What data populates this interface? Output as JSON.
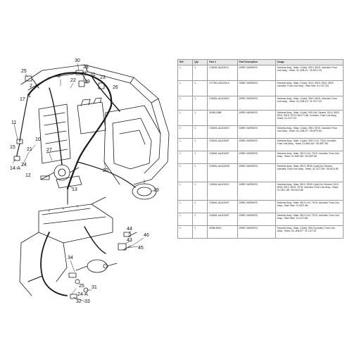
{
  "diagram": {
    "callouts": [
      "30",
      "28",
      "29",
      "31",
      "23",
      "25",
      "3",
      "22",
      "26",
      "2",
      "17",
      "1",
      "21",
      "11",
      "10",
      "27",
      "24",
      "15",
      "14-A",
      "12",
      "13",
      "20",
      "19",
      "44",
      "43",
      "45",
      "46",
      "34",
      "25",
      "31",
      "24-A",
      "32",
      "33"
    ]
  },
  "table": {
    "headers": [
      "Ref",
      "Qty",
      "Part #",
      "Part Description",
      "Usage"
    ],
    "rows": [
      [
        "1",
        "1",
        "D3W61-AA1DDLC",
        "WIRE HARNESS",
        "Harness Assy., Main, LV(ab), 5913, 5915, Includes: Fuse Link Assy., Years: 01-JAN-01~ 05-DEC-03"
      ],
      [
        "1",
        "1",
        "D7YW2-AA1DDLA",
        "WIRE HARNESS",
        "Harness Assy., Main, LV(ab), 5113, 5915, 5913, 5915, Includes: Fuse Link Assy., Start Year: 01-OCT-03"
      ],
      [
        "1",
        "1",
        "D3W61-AA1DDHC",
        "WIRE HARNESS",
        "Harness Assy., Main, LV(ab), 5913, 5915, Includes: Fuse Link Assy., Years: 01-JAN-01~ 01-OCT-03"
      ],
      [
        "1",
        "1",
        "6/986-1888",
        "WIRE HARNESS",
        "Harness Assy., Main, LV(ab), 5913 Air Cleaner, 5113, 5915, 5913, 5915, TECH BOLT Cab, Includes: Fuse Link Assy., Years: 01-OCT-03"
      ],
      [
        "1",
        "1",
        "D3W61-AA1DDHC",
        "WIRE HARNESS",
        "Harness Assy., Main, LV(ab), 5913, 5915, Includes: Fuse Link Assy., Years: 01-JAN-01~ 05-APR-84"
      ],
      [
        "1",
        "1",
        "D3W61-AA1DDHF",
        "WIRE HARNESS",
        "Harness Assy., Main, LV(ab), 5913 LH4, TE15, Includes: Fuse Link Assy., Years: 01-MAY-84~ 05-SEP-85"
      ],
      [
        "1",
        "1",
        "D3W61-AA1DDHF",
        "WIRE HARNESS",
        "Harness Assy., Main, 5913 LH4, TE15, Includes: Fuse Link Assy., Years: 01-MAY-85~ 05-SEP-85"
      ],
      [
        "1",
        "1",
        "D3W61-AA1DDHB",
        "WIRE HARNESS",
        "Harness Assy., Main, 5913, 5915 LV(ab) Air Cleaner, Includes: Fuse Link Assy., Years: 01-OCT-85~ 05-NOV-85"
      ],
      [
        "1",
        "1",
        "D3W61-AA1DDH1",
        "WIRE HARNESS",
        "Harness Assy., Main, 5913, 5915 LV(ab) Air Cleaner, 5113, 5915, 5913, 5915, TE15, Includes: Fuse Link Assy., Years: 01-DEC-85~ 05-NOV-86"
      ],
      [
        "1",
        "1",
        "D3W61-AA1DDHF",
        "WIRE HARNESS",
        "Harness Assy., Main, 5913 LH4, TE15, Includes: Fuse Link Assy., Start Year: 01-DEC-86"
      ],
      [
        "1",
        "1",
        "D3W61-AA1DDHF",
        "WIRE HARNESS",
        "Harness Assy., Main, 5913 LH4, TE15, Includes: Fuse Link Assy., Start Year: 01-OCT-86"
      ],
      [
        "1",
        "1",
        "6/986-8910",
        "WIRE HARNESS",
        "Harness Assy., Main, LV(ab), 5913 Includes: Fuse Link Assy., Years: 01-JAN-87~ 01-OCT-87"
      ]
    ]
  }
}
